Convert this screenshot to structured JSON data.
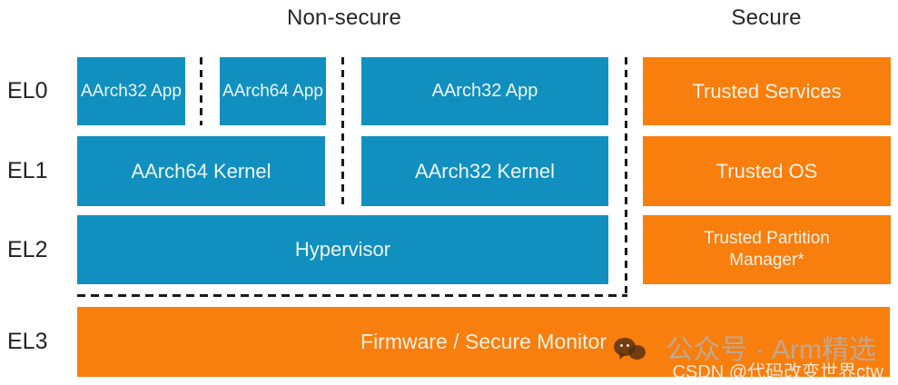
{
  "titles": {
    "non_secure": "Non-secure",
    "secure": "Secure"
  },
  "levels": {
    "el0": "EL0",
    "el1": "EL1",
    "el2": "EL2",
    "el3": "EL3"
  },
  "boxes": {
    "el0_aarch32_app": "AArch32 App",
    "el0_aarch64_app": "AArch64 App",
    "el0_aarch32_app_wide": "AArch32 App",
    "el0_trusted_services": "Trusted Services",
    "el1_aarch64_kernel": "AArch64 Kernel",
    "el1_aarch32_kernel": "AArch32 Kernel",
    "el1_trusted_os": "Trusted OS",
    "el2_hypervisor": "Hypervisor",
    "el2_trusted_partition_manager": "Trusted Partition Manager*",
    "el3_firmware": "Firmware / Secure Monitor"
  },
  "watermark": {
    "wechat_label": "公众号 · Arm精选",
    "csdn_label": "CSDN @代码改变世界ctw"
  },
  "colors": {
    "blue": "#1190BF",
    "orange": "#F87E0E",
    "dash": "#1A1A1A",
    "box_text_blue": "#EDF7FB",
    "box_text_orange": "#FBF1E2"
  }
}
